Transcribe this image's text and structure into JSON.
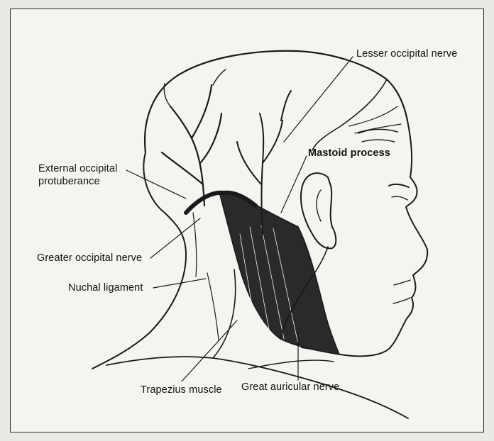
{
  "labels": {
    "lesser_occipital_nerve": "Lesser occipital nerve",
    "mastoid_process": "Mastoid process",
    "external_occipital_protuberance_line1": "External occipital",
    "external_occipital_protuberance_line2": "protuberance",
    "greater_occipital_nerve": "Greater occipital nerve",
    "nuchal_ligament": "Nuchal ligament",
    "trapezius_muscle": "Trapezius muscle",
    "great_auricular_nerve": "Great auricular nerve"
  },
  "colors": {
    "background": "#e9eae6",
    "paper": "#f4f5f1",
    "ink": "#1a1a1a"
  }
}
